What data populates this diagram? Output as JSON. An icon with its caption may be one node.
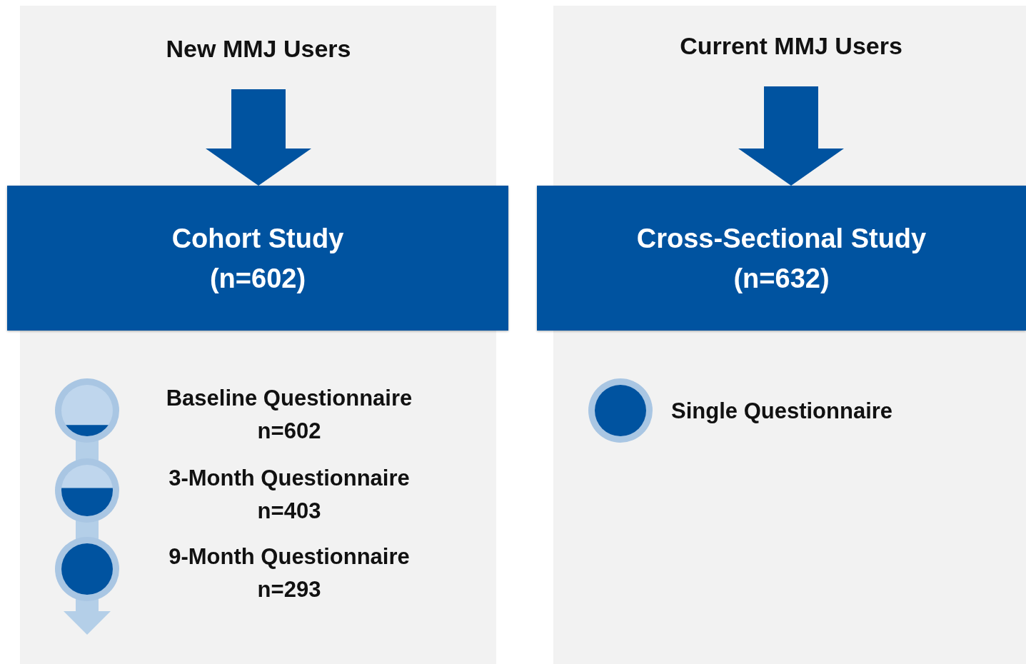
{
  "diagram": {
    "nodes": [
      {
        "text": [
          "New MMJ Users"
        ]
      },
      {
        "text": [
          "Cohort Study (n=602)"
        ]
      },
      {
        "text": [],
        "shape": "circle",
        "beside": [
          "Baseline Questionnaire n=602"
        ]
      },
      {
        "text": [],
        "shape": "circle",
        "beside": [
          "3-Month Questionnaire n=403"
        ]
      },
      {
        "text": [],
        "shape": "circle",
        "beside": [
          "9-Month Questionnaire n=293"
        ]
      },
      {
        "text": [
          "Current MMJ Users"
        ]
      },
      {
        "text": [
          "Cross-Sectional Study (n=632)"
        ]
      },
      {
        "text": [],
        "shape": "circle",
        "beside": [
          "Single Questionnaire"
        ]
      }
    ],
    "edges": [
      {
        "from": 0,
        "to": 1,
        "arrow": "to",
        "style": "thick",
        "color": "#0053a0"
      },
      {
        "from": 2,
        "to": 3,
        "arrow": "none",
        "style": "thick",
        "color": "#b4cfe8"
      },
      {
        "from": 3,
        "to": 4,
        "arrow": "none",
        "style": "thick",
        "color": "#b4cfe8"
      },
      {
        "from": 4,
        "to": null,
        "arrow": "to",
        "style": "thick",
        "color": "#b4cfe8"
      },
      {
        "from": 5,
        "to": 6,
        "arrow": "to",
        "style": "thick",
        "color": "#0053a0"
      }
    ]
  }
}
